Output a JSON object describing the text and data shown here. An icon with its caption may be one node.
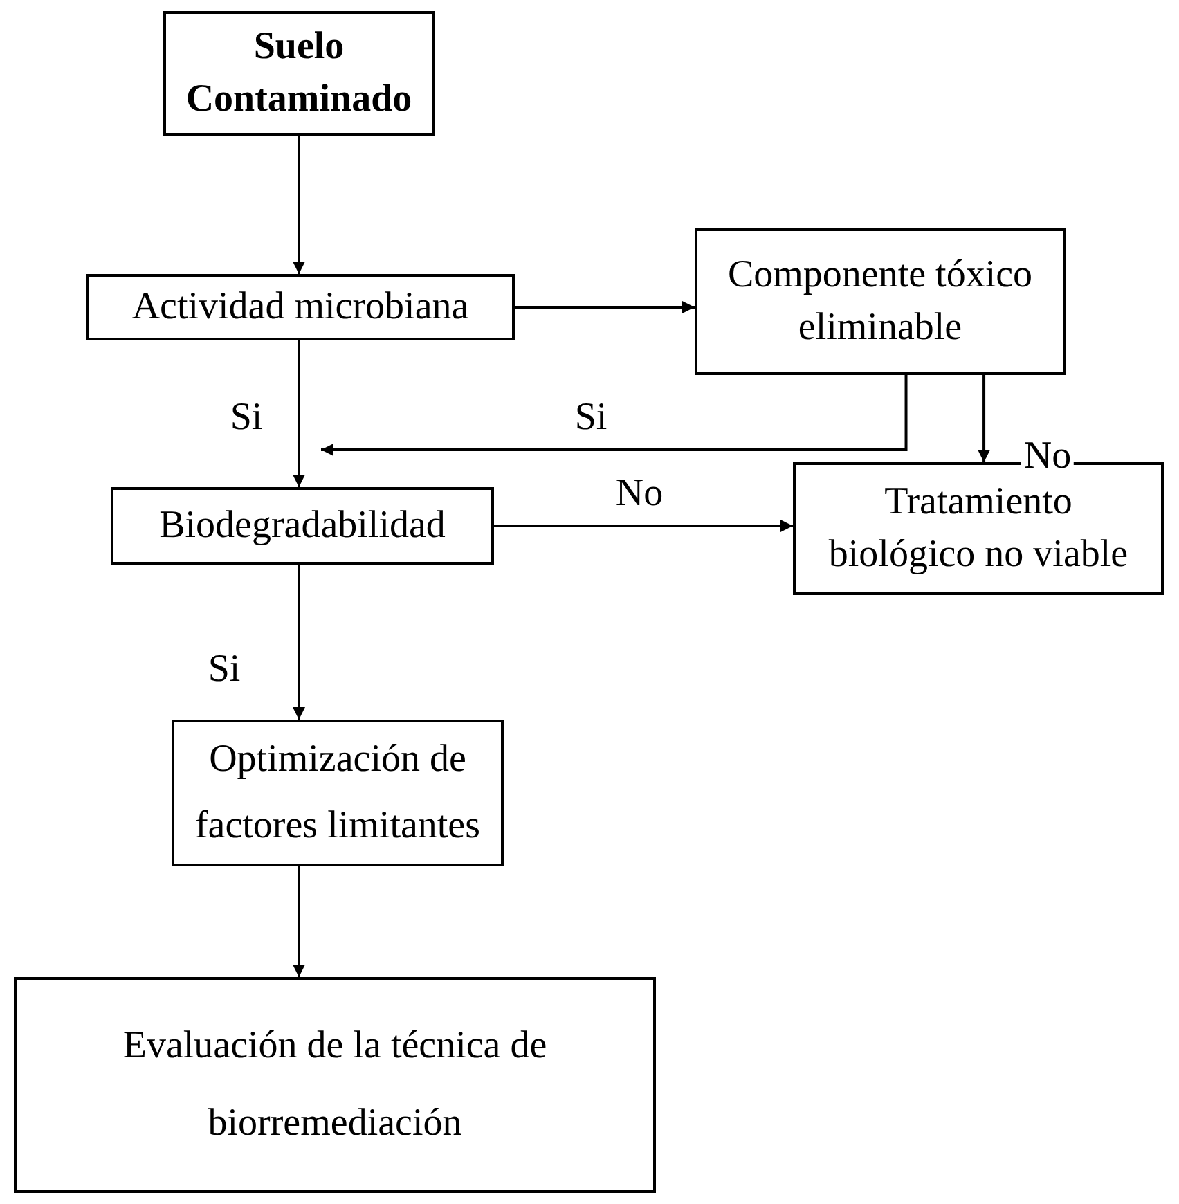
{
  "diagram": {
    "nodes": [
      {
        "text": [
          "Suelo Contaminado"
        ]
      },
      {
        "text": [
          "Actividad microbiana"
        ]
      },
      {
        "text": [
          "Componente tóxico eliminable"
        ]
      },
      {
        "text": [
          "Biodegradabilidad"
        ]
      },
      {
        "text": [
          "Tratamiento biológico no viable"
        ]
      },
      {
        "text": [
          "Optimización de factores limitantes"
        ]
      },
      {
        "text": [
          "Evaluación de la técnica de biorremediación"
        ]
      }
    ],
    "edges": [
      {
        "from": 0,
        "to": 1,
        "arrow": "to"
      },
      {
        "from": 1,
        "to": 2,
        "arrow": "to"
      },
      {
        "from": 1,
        "to": 3,
        "arrow": "to",
        "label": "Si"
      },
      {
        "from": 2,
        "to": 3,
        "arrow": "to",
        "label": "Si"
      },
      {
        "from": 2,
        "to": 4,
        "arrow": "to",
        "label": "No"
      },
      {
        "from": 3,
        "to": 4,
        "arrow": "to",
        "label": "No"
      },
      {
        "from": 3,
        "to": 5,
        "arrow": "to",
        "label": "Si"
      },
      {
        "from": 5,
        "to": 6,
        "arrow": "to"
      }
    ]
  }
}
